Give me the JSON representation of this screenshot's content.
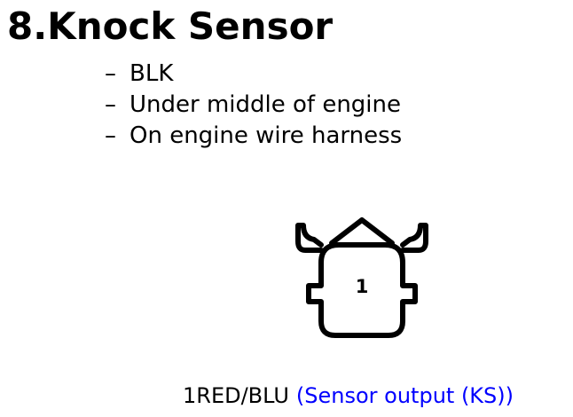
{
  "title": "8.Knock Sensor",
  "bullets": [
    {
      "dash": "–",
      "text": "BLK"
    },
    {
      "dash": "–",
      "text": "Under middle of engine"
    },
    {
      "dash": "–",
      "text": "On engine wire harness"
    }
  ],
  "connector": {
    "pin_label": "1"
  },
  "caption": {
    "wire": "1RED/BLU",
    "note": "(Sensor output (KS))",
    "note_color": "#0000ff"
  }
}
